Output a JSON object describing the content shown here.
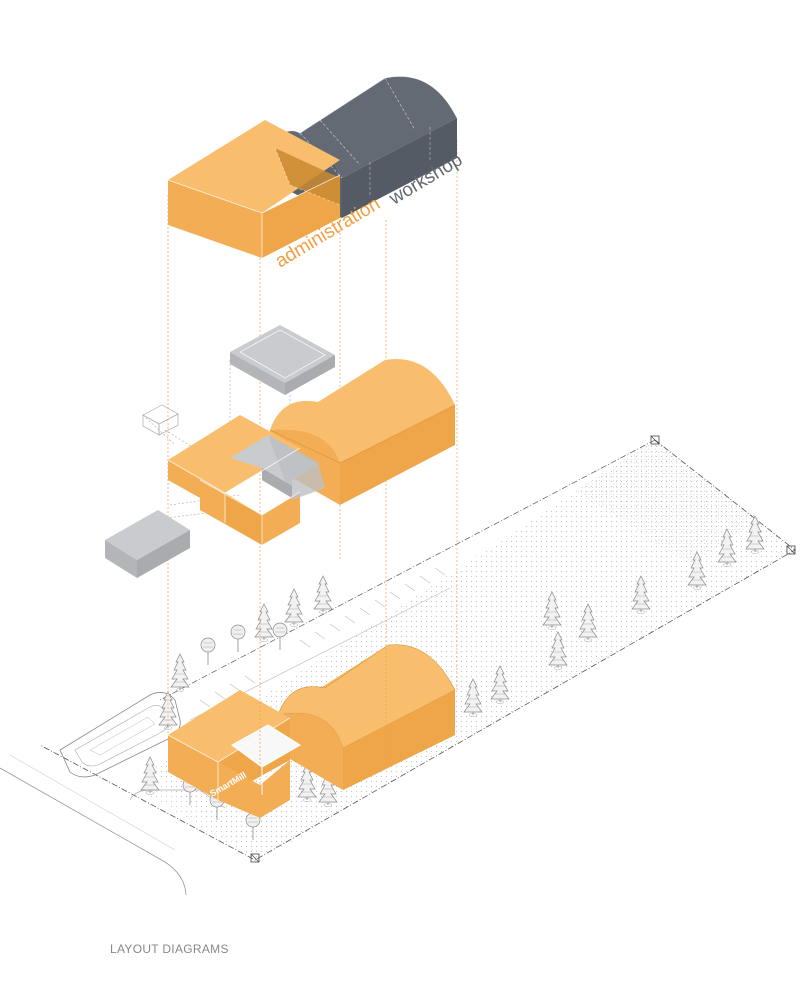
{
  "diagram": {
    "labels": {
      "administration": "administration",
      "workshop": "workshop",
      "sign": "SmartMill"
    },
    "caption": "LAYOUT DIAGRAMS",
    "colors": {
      "orange": "#F6B45E",
      "orange_side": "#EFA648",
      "orange_dark": "#C98930",
      "slate": "#646A73",
      "slate_side": "#555B64",
      "grey_box": "#C9CBCE",
      "grey_box_side": "#B3B5B9",
      "guide": "#F0A050",
      "line": "#9A9A9A",
      "caption": "#888888"
    }
  }
}
